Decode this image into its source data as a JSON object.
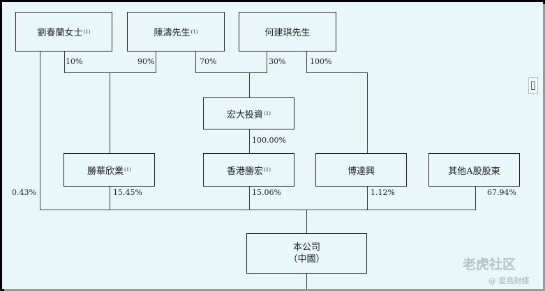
{
  "shareholders": {
    "liu": {
      "name": "劉春蘭女士",
      "note": "(1)"
    },
    "chen": {
      "name": "陳濤先生",
      "note": "(1)"
    },
    "he": {
      "name": "何建琪先生"
    }
  },
  "entities": {
    "hongda": {
      "name": "宏大投資",
      "note": "(1)"
    },
    "shenghua": {
      "name": "勝華欣業",
      "note": "(1)"
    },
    "hkshenghong": {
      "name": "香港勝宏",
      "note": "(1)"
    },
    "bodaxing": {
      "name": "博達興"
    },
    "others": {
      "name": "其他A股股東"
    },
    "company": {
      "name": "本公司",
      "subtitle": "（中國）"
    }
  },
  "percentages": {
    "liu_to_shenghua": "10%",
    "chen_to_shenghua": "90%",
    "chen_to_hongda": "70%",
    "he_to_hongda": "30%",
    "he_to_bodaxing": "100%",
    "hongda_to_hkshenghong": "100.00%",
    "liu_to_company": "0.43%",
    "shenghua_to_company": "15.45%",
    "hkshenghong_to_company": "15.06%",
    "bodaxing_to_company": "1.12%",
    "others_to_company": "67.94%"
  },
  "icons": {
    "edge": "document-icon"
  },
  "watermark": {
    "main": "老虎社区",
    "sub": "@ 星島財經"
  }
}
